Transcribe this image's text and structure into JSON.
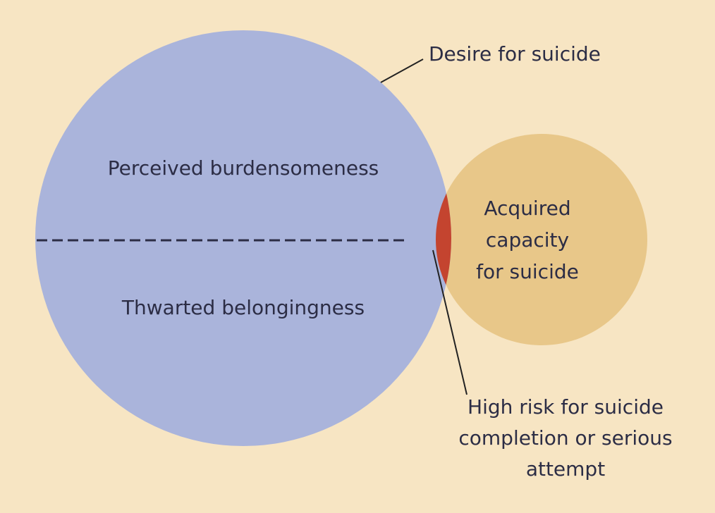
{
  "colors": {
    "background": "#f7e5c3",
    "desire_circle": "#aab4db",
    "capacity_circle": "#e8c789",
    "overlap": "#c4442f",
    "text": "#2c2d45",
    "leader_line": "#222222"
  },
  "labels": {
    "desire": "Desire for suicide",
    "burdensomeness": "Perceived burdensomeness",
    "belongingness": "Thwarted belongingness",
    "capacity": [
      "Acquired",
      "capacity",
      "for suicide"
    ],
    "risk": [
      "High risk for suicide",
      "completion or serious",
      "attempt"
    ]
  }
}
